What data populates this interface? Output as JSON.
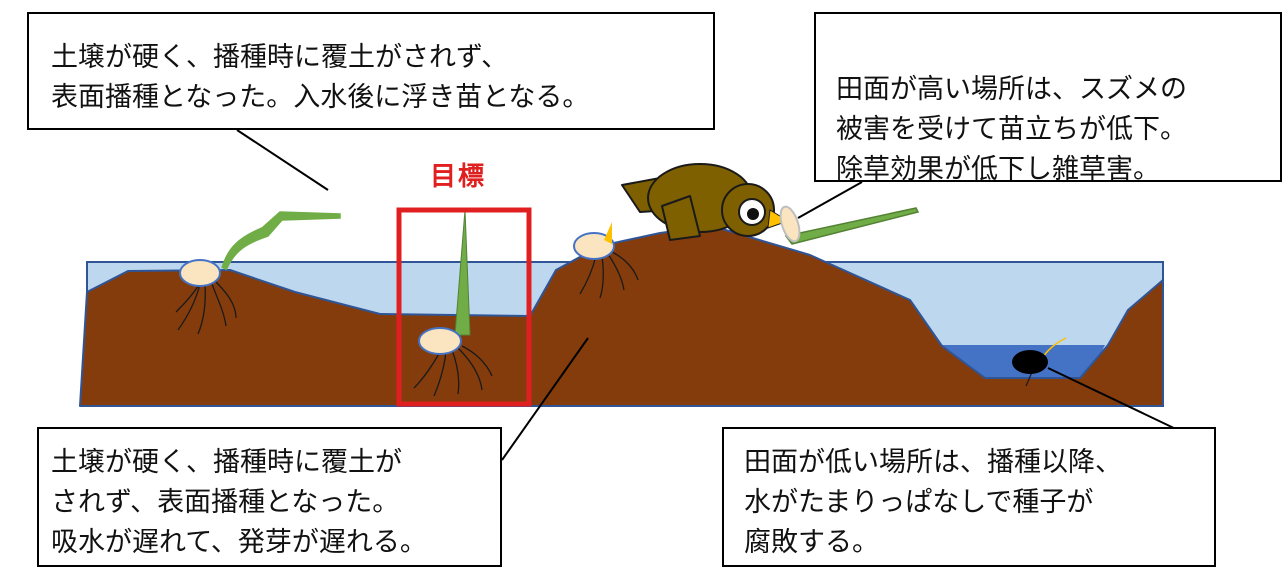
{
  "callouts": {
    "top_left": {
      "lines": [
        "土壌が硬く、播種時に覆土がされず、",
        "表面播種となった。入水後に浮き苗となる。"
      ]
    },
    "top_right": {
      "lines": [
        "田面が高い場所は、スズメの",
        "被害を受けて苗立ちが低下。",
        "除草効果が低下し雑草害。"
      ]
    },
    "bottom_left": {
      "lines": [
        "土壌が硬く、播種時に覆土が",
        "されず、表面播種となった。",
        "吸水が遅れて、発芽が遅れる。"
      ]
    },
    "bottom_right": {
      "lines": [
        "田面が低い場所は、播種以降、",
        "水がたまりっぱなしで種子が",
        "腐敗する。"
      ]
    }
  },
  "target_label": "目標",
  "colors": {
    "soil": "#843c0c",
    "water": "#bdd7ee",
    "deep_water": "#4472c4",
    "outline": "#2f5597",
    "target_frame": "#e02020",
    "sprout": "#70ad47",
    "seed": "#fbe5c0",
    "bird": "#7f6000",
    "beak": "#ffc000"
  },
  "icons": [
    "sparrow-icon",
    "seed-icon",
    "rotten-seed-icon",
    "sprout-icon"
  ]
}
